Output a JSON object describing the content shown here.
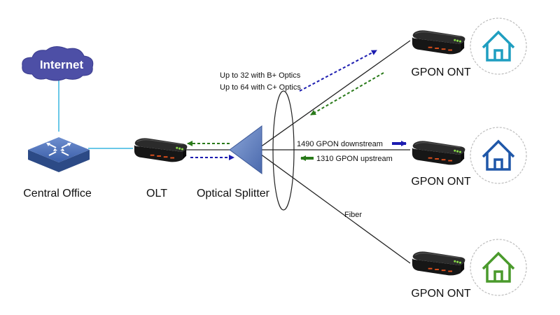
{
  "cloud": {
    "label": "Internet"
  },
  "central_office": {
    "label": "Central Office"
  },
  "olt": {
    "label": "OLT"
  },
  "splitter": {
    "label": "Optical Splitter",
    "note_line1": "Up to 32 with B+ Optics",
    "note_line2": "Up to 64 with C+ Optics"
  },
  "onts": [
    {
      "label": "GPON ONT",
      "house_color": "#1f9ec0"
    },
    {
      "label": "GPON ONT",
      "house_color": "#1f57a8"
    },
    {
      "label": "GPON ONT",
      "house_color": "#4a9a2c"
    }
  ],
  "links": {
    "downstream": "1490 GPON downstream",
    "upstream": "1310 GPON upstream",
    "fiber": "Fiber"
  },
  "colors": {
    "downstream_arrow": "#1c1cb0",
    "upstream_arrow": "#2a7a1a",
    "cloud": "#4d4fa6",
    "router": "#3a5ea8",
    "splitter": "#5a78b8",
    "link_cyan": "#38b6e0"
  }
}
